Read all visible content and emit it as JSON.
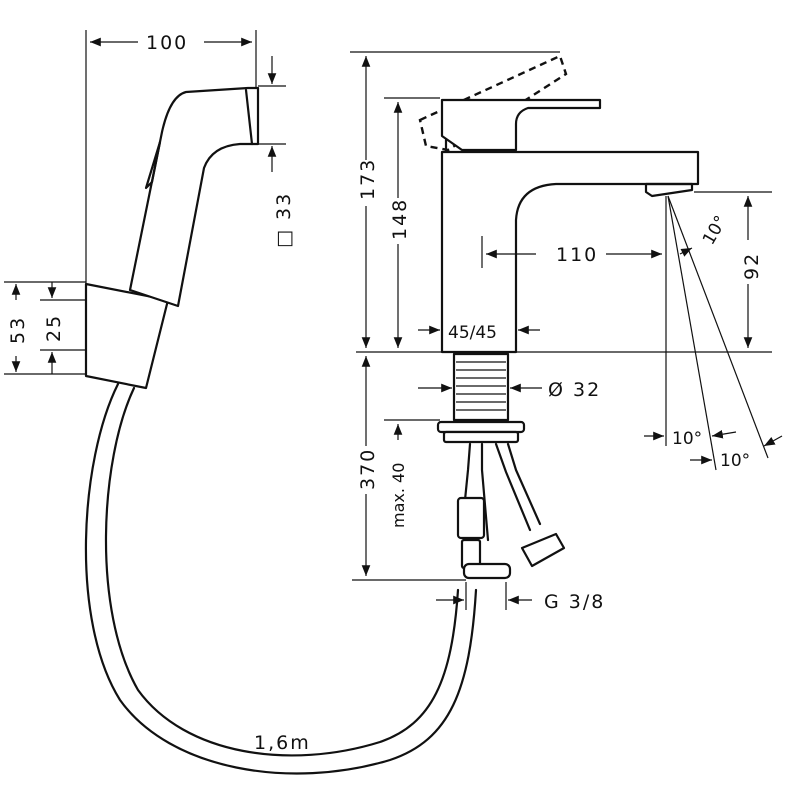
{
  "dimensions": {
    "handshower_width": "100",
    "handshower_square": "□ 33",
    "holder_height": "53",
    "holder_inner": "25",
    "hose_length": "1,6m",
    "total_height": "173",
    "lever_height": "148",
    "spout_reach": "110",
    "spout_height": "92",
    "spout_angle_top": "10°",
    "spout_angle_1": "10°",
    "spout_angle_2": "10°",
    "base_size": "45/45",
    "shank_diameter": "Ø 32",
    "shank_length": "370",
    "max_thickness": "max. 40",
    "connection": "G 3/8"
  }
}
